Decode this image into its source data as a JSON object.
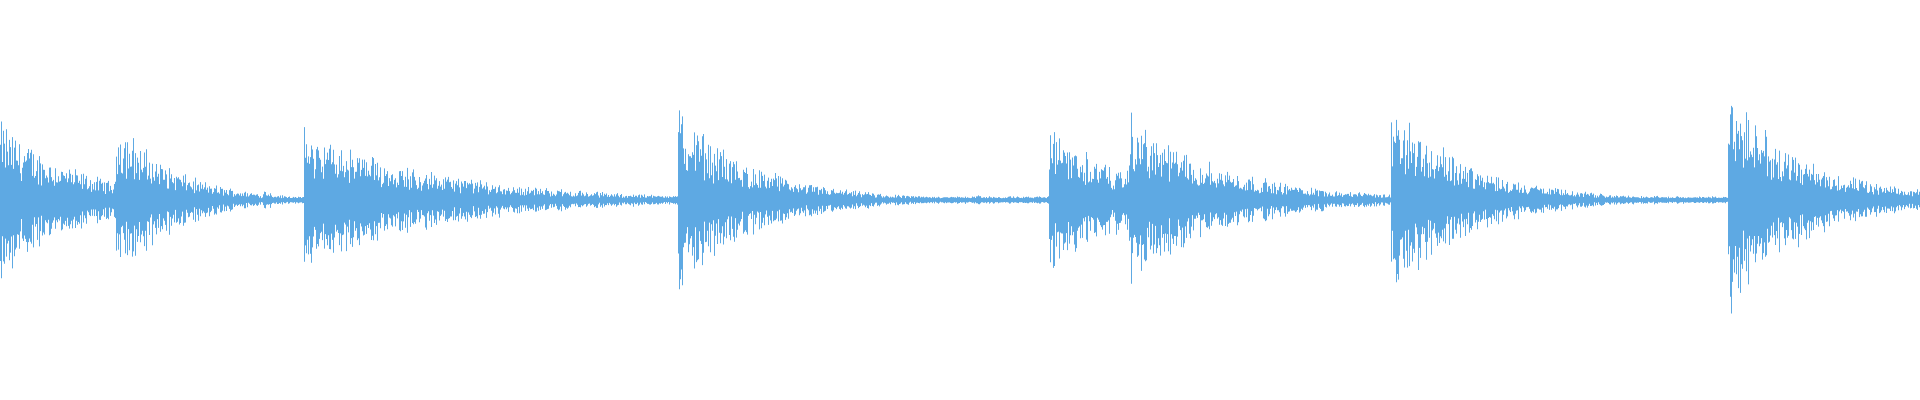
{
  "waveform": {
    "color": "#5ea9e3",
    "background": "#ffffff",
    "baseline_level": 0.02,
    "events": [
      {
        "t": 0.0,
        "amp": 0.62,
        "decay": 0.04
      },
      {
        "t": 0.06,
        "amp": 0.66,
        "decay": 0.03
      },
      {
        "t": 0.137,
        "amp": 0.1,
        "decay": 0.008
      },
      {
        "t": 0.158,
        "amp": 0.56,
        "decay": 0.07
      },
      {
        "t": 0.273,
        "amp": 0.07,
        "decay": 0.01
      },
      {
        "t": 0.33,
        "amp": 0.04,
        "decay": 0.008
      },
      {
        "t": 0.353,
        "amp": 0.7,
        "decay": 0.04
      },
      {
        "t": 0.41,
        "amp": 0.09,
        "decay": 0.01
      },
      {
        "t": 0.451,
        "amp": 0.08,
        "decay": 0.01
      },
      {
        "t": 0.508,
        "amp": 0.05,
        "decay": 0.006
      },
      {
        "t": 0.546,
        "amp": 0.6,
        "decay": 0.04
      },
      {
        "t": 0.588,
        "amp": 0.66,
        "decay": 0.05
      },
      {
        "t": 0.684,
        "amp": 0.05,
        "decay": 0.01
      },
      {
        "t": 0.724,
        "amp": 0.78,
        "decay": 0.04
      },
      {
        "t": 0.766,
        "amp": 0.08,
        "decay": 0.01
      },
      {
        "t": 0.82,
        "amp": 0.05,
        "decay": 0.01
      },
      {
        "t": 0.861,
        "amp": 0.05,
        "decay": 0.008
      },
      {
        "t": 0.9,
        "amp": 0.85,
        "decay": 0.04
      },
      {
        "t": 0.957,
        "amp": 0.05,
        "decay": 0.01
      },
      {
        "t": 0.998,
        "amp": 0.12,
        "decay": 0.006
      }
    ]
  }
}
